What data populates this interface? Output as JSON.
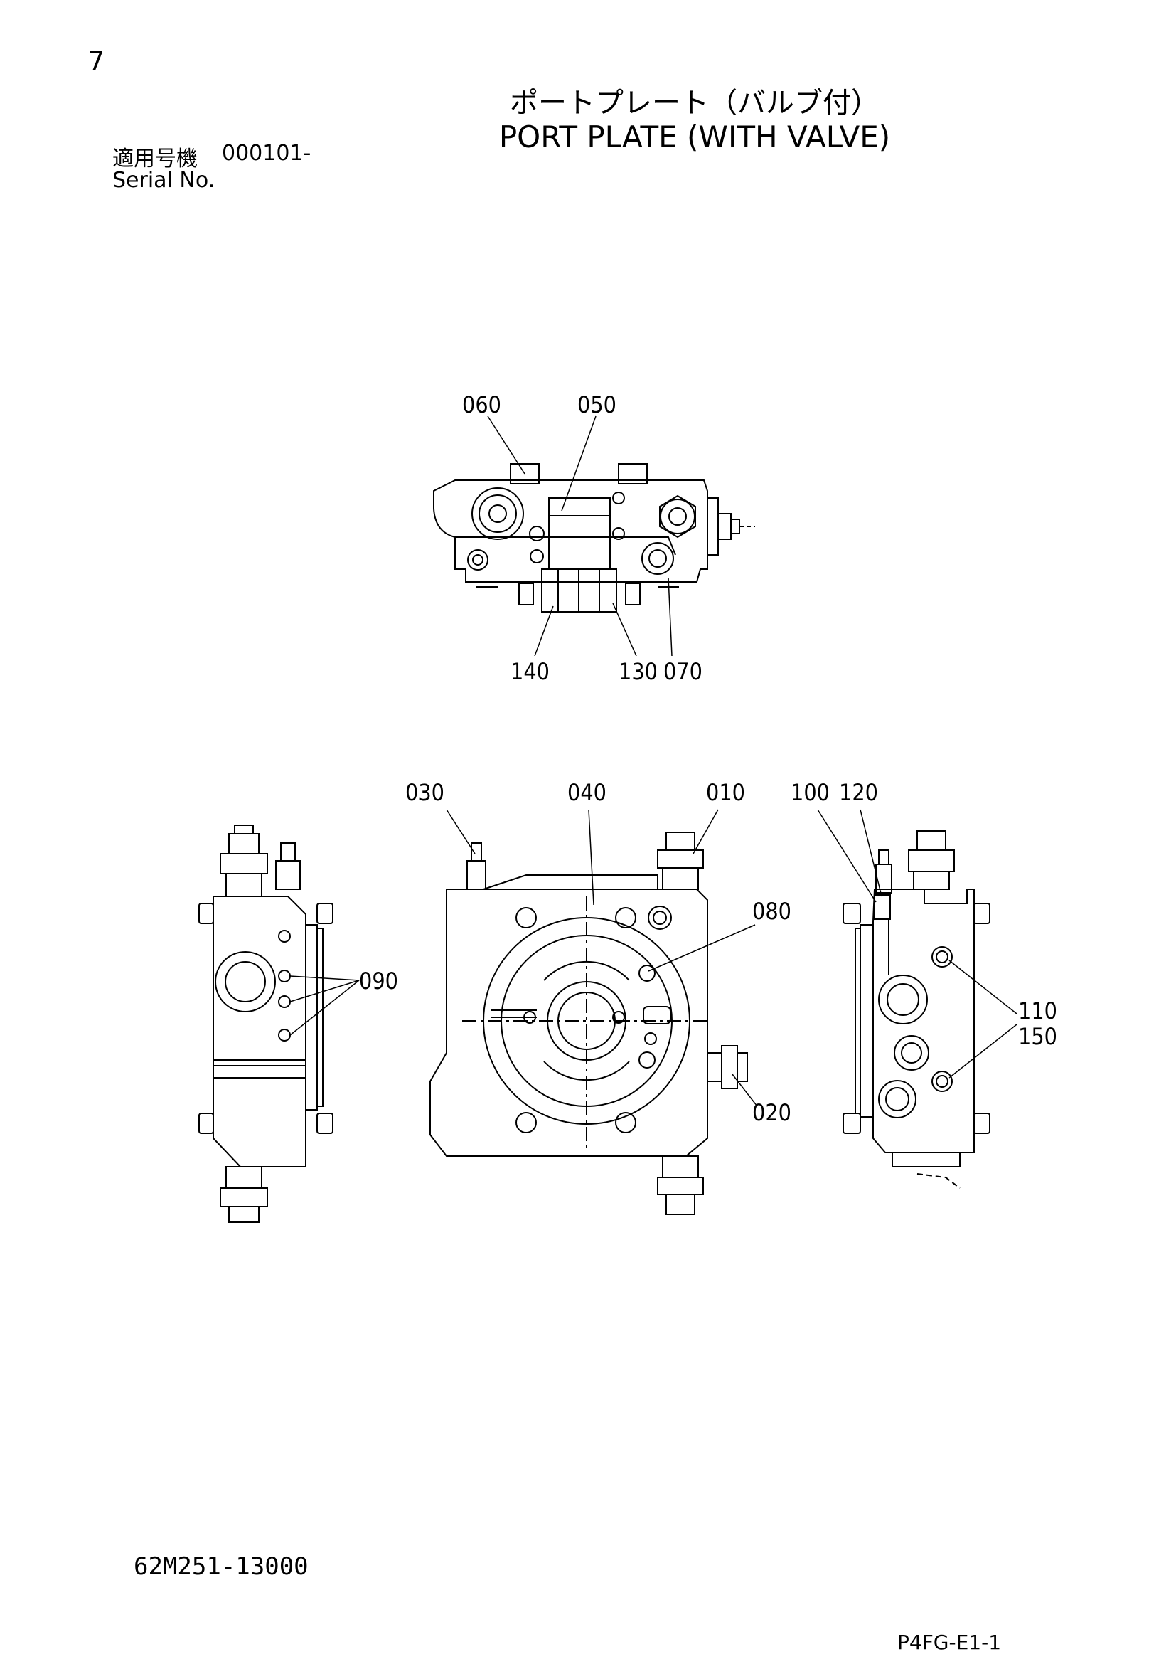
{
  "header": {
    "page_number": "7",
    "title_jp": "ポートプレート（バルブ付）",
    "title_en": "PORT PLATE (WITH VALVE)",
    "serial_label_jp": "適用号機",
    "serial_value": "000101-",
    "serial_label_en": "Serial No."
  },
  "callouts": {
    "c060": "060",
    "c050": "050",
    "c140": "140",
    "c130": "130",
    "c070": "070",
    "c030": "030",
    "c040": "040",
    "c010": "010",
    "c100": "100",
    "c120": "120",
    "c080": "080",
    "c090": "090",
    "c110": "110",
    "c150": "150",
    "c020": "020"
  },
  "footer": {
    "drawing_number": "62M251-13000",
    "page_code": "P4FG-E1-1"
  }
}
